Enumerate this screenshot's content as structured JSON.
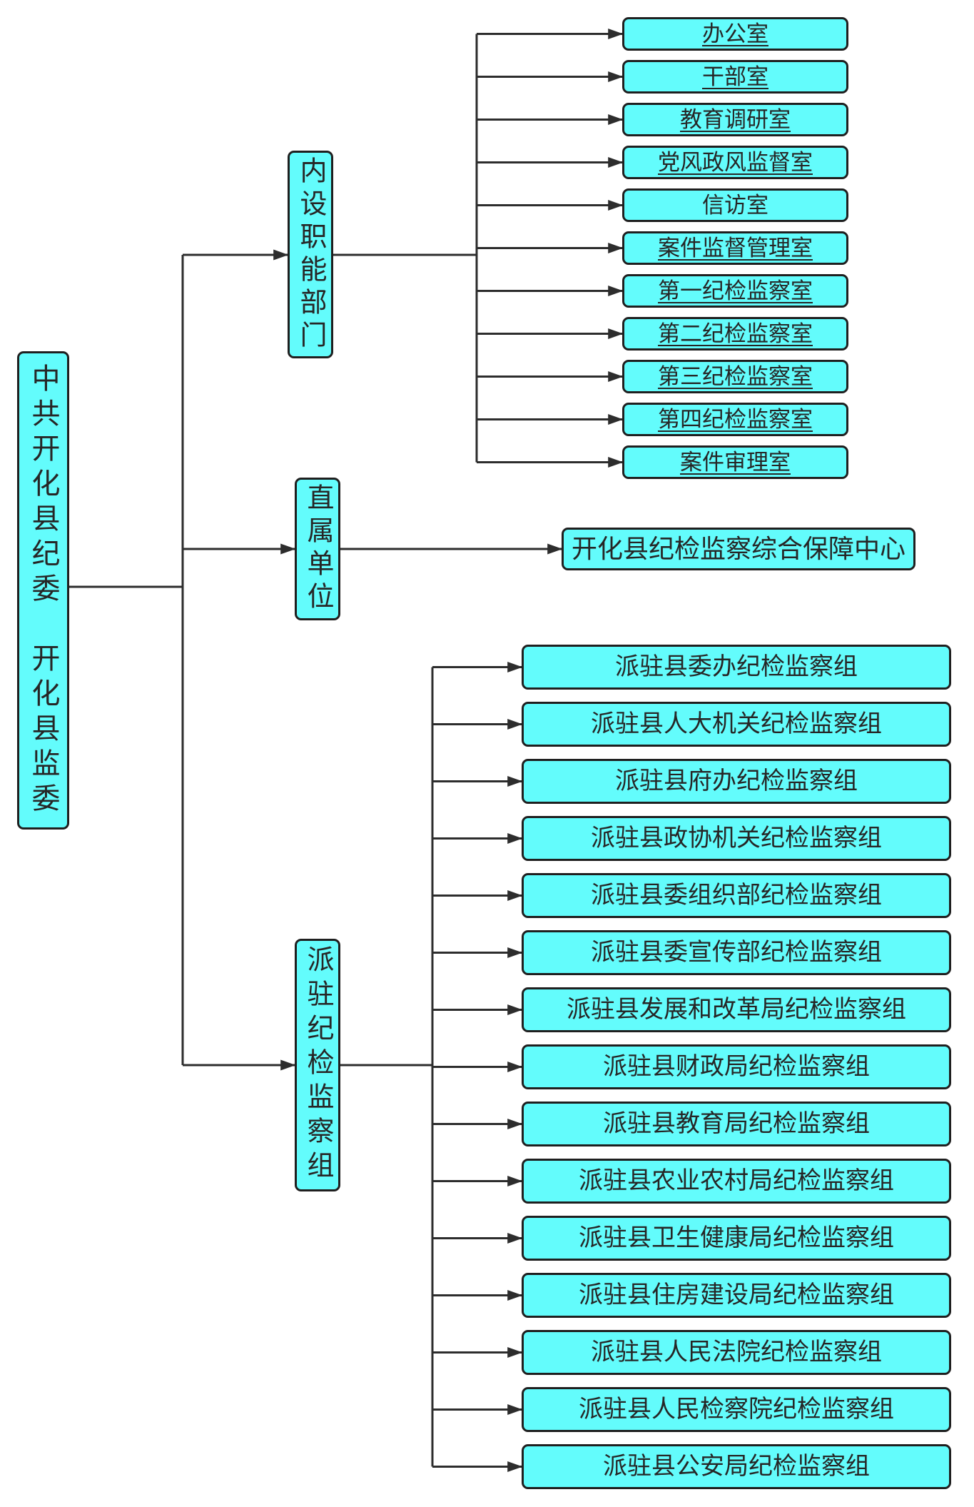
{
  "colors": {
    "box_fill": "#63FCFC",
    "box_border": "#1F1F1F",
    "line_color": "#2D2D2D",
    "text_color": "#262626",
    "background": "#FFFFFF"
  },
  "root": {
    "label": "中共开化县纪委　开化县监委"
  },
  "branches": [
    {
      "label": "内设职能部门",
      "children": [
        {
          "label": "办公室",
          "underline": true
        },
        {
          "label": "干部室",
          "underline": true
        },
        {
          "label": "教育调研室",
          "underline": true
        },
        {
          "label": "党风政风监督室",
          "underline": true
        },
        {
          "label": "信访室",
          "underline": false
        },
        {
          "label": "案件监督管理室",
          "underline": true
        },
        {
          "label": "第一纪检监察室",
          "underline": true
        },
        {
          "label": "第二纪检监察室",
          "underline": true
        },
        {
          "label": "第三纪检监察室",
          "underline": true
        },
        {
          "label": "第四纪检监察室",
          "underline": true
        },
        {
          "label": "案件审理室",
          "underline": true
        }
      ]
    },
    {
      "label": "直属单位",
      "children": [
        {
          "label": "开化县纪检监察综合保障中心",
          "underline": false
        }
      ]
    },
    {
      "label": "派驻纪检监察组",
      "children": [
        {
          "label": "派驻县委办纪检监察组",
          "underline": false
        },
        {
          "label": "派驻县人大机关纪检监察组",
          "underline": false
        },
        {
          "label": "派驻县府办纪检监察组",
          "underline": false
        },
        {
          "label": "派驻县政协机关纪检监察组",
          "underline": false
        },
        {
          "label": "派驻县委组织部纪检监察组",
          "underline": false
        },
        {
          "label": "派驻县委宣传部纪检监察组",
          "underline": false
        },
        {
          "label": "派驻县发展和改革局纪检监察组",
          "underline": false
        },
        {
          "label": "派驻县财政局纪检监察组",
          "underline": false
        },
        {
          "label": "派驻县教育局纪检监察组",
          "underline": false
        },
        {
          "label": "派驻县农业农村局纪检监察组",
          "underline": false
        },
        {
          "label": "派驻县卫生健康局纪检监察组",
          "underline": false
        },
        {
          "label": "派驻县住房建设局纪检监察组",
          "underline": false
        },
        {
          "label": "派驻县人民法院纪检监察组",
          "underline": false
        },
        {
          "label": "派驻县人民检察院纪检监察组",
          "underline": false
        },
        {
          "label": "派驻县公安局纪检监察组",
          "underline": false
        }
      ]
    }
  ]
}
